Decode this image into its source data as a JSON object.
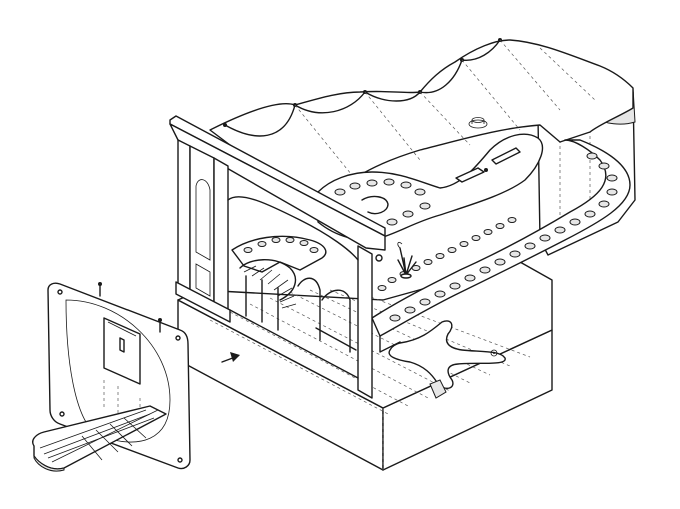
{
  "figure": {
    "kind": "axonometric-line-drawing",
    "colors": {
      "ink": "#1a1a1a",
      "paper": "#ffffff",
      "hatch": "#e6e6e6"
    },
    "icons": [
      "direction-arrow-icon",
      "plant-icon",
      "ring-object-icon",
      "sprocket-icon"
    ],
    "parts": {
      "front_panel_holes": 7,
      "inner_ring_holes": 11,
      "outer_tray_holes": 19,
      "right_arc_holes": 12,
      "staircase_steps": 8,
      "ramp_slats": 8
    }
  }
}
